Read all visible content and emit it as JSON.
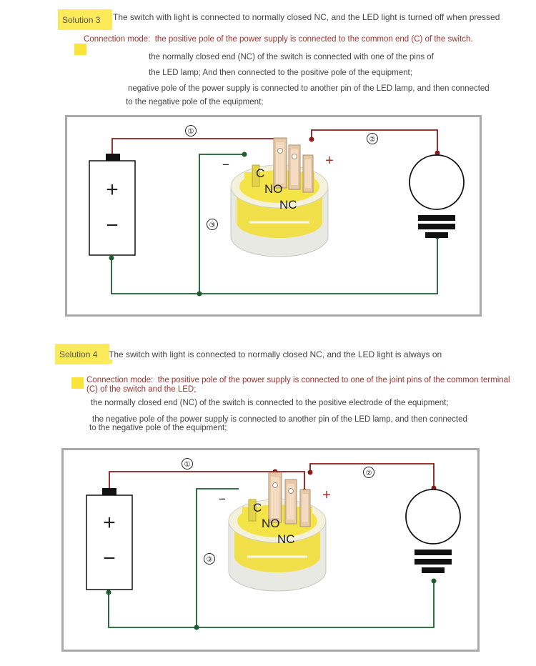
{
  "solution3": {
    "tag": "Solution 3",
    "heading": "The switch with light is connected to normally closed NC, and the LED light is turned off when pressed",
    "mode_prefix": "Connection mode:",
    "mode_line1": "the positive pole of the power supply is connected to the common end (C) of the switch.",
    "line2": "the normally closed end (NC) of the switch is connected with one of the pins of",
    "line3": "the LED lamp; And then connected to the positive pole of the equipment;",
    "line4a": "negative pole of the power supply is connected to another pin of the LED lamp, and then connected",
    "line4b": "to the negative pole of the equipment;",
    "diagram": {
      "wire1": "①",
      "wire2": "②",
      "wire3": "③",
      "battery_plus": "+",
      "battery_minus": "−",
      "minus": "−",
      "plus": "+",
      "c": "C",
      "no": "NO",
      "nc": "NC"
    }
  },
  "solution4": {
    "tag": "Solution 4",
    "heading": "The switch with light is connected to normally closed NC, and the LED light is always on",
    "mode_prefix": "Connection mode:",
    "mode_line1": "the positive pole of the power supply is connected to one of the joint pins of the common terminal",
    "mode_line2": "(C) of the switch and the LED;",
    "line2": "the normally closed end (NC) of the switch is connected to the positive electrode of the equipment;",
    "line3a": "the negative pole of the power supply is connected to another pin of the LED lamp, and then connected",
    "line3b": "to the negative pole of the equipment;",
    "diagram": {
      "wire1": "①",
      "wire2": "②",
      "wire3": "③",
      "battery_plus": "+",
      "battery_minus": "−",
      "minus": "−",
      "plus": "+",
      "c": "C",
      "no": "NO",
      "nc": "NC"
    }
  },
  "colors": {
    "highlight": "#fbea5a",
    "red_wire": "#8b1a1a",
    "green_wire": "#1d5c2e",
    "red_text": "#a0342f",
    "panel_border": "#a9a9a9"
  }
}
